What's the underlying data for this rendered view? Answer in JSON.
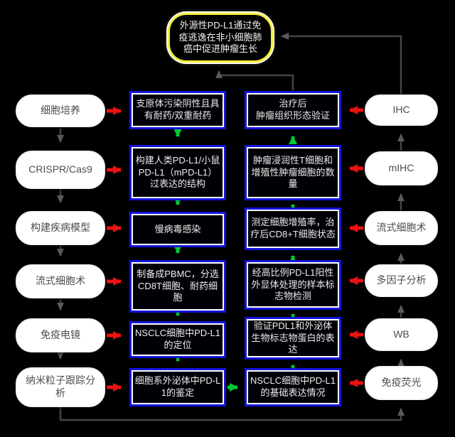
{
  "title": {
    "label": "外源性PD-L1通过免疫逃逸在非小细胞肺癌中促进肿瘤生长"
  },
  "methods_left": {
    "items": [
      {
        "label": "细胞培养"
      },
      {
        "label": "CRISPR/Cas9"
      },
      {
        "label": "构建疾病模型"
      },
      {
        "label": "流式细胞术"
      },
      {
        "label": "免疫电镜"
      },
      {
        "label": "纳米粒子跟踪分析"
      }
    ]
  },
  "process_steps": {
    "items": [
      {
        "label": "支原体污染阴性且具有耐药/双重耐药"
      },
      {
        "label": "构建人类PD-L1/小鼠PD-L1（mPD-L1）过表达的结构"
      },
      {
        "label": "慢病毒感染"
      },
      {
        "label": "制备成PBMC，分选CD8T细胞、耐药细胞"
      },
      {
        "label": "NSCLC细胞中PD-L1的定位"
      },
      {
        "label": "细胞系外泌体中PD-L1的鉴定"
      }
    ]
  },
  "validation_steps": {
    "items": [
      {
        "label": "治疗后\n肿瘤组织形态验证"
      },
      {
        "label": "肿瘤浸润性T细胞和增殖性肿瘤细胞的数量"
      },
      {
        "label": "测定细胞增殖率，治疗后CD8+T细胞状态"
      },
      {
        "label": "经高比例PD-L1阳性外显体处理的样本标志物检测"
      },
      {
        "label": "验证PDL1和外泌体生物标志物蛋白的表达"
      },
      {
        "label": "NSCLC细胞中PD-L1的基础表达情况"
      }
    ]
  },
  "methods_right": {
    "items": [
      {
        "label": "IHC"
      },
      {
        "label": "mIHC"
      },
      {
        "label": "流式细胞术"
      },
      {
        "label": "多因子分析"
      },
      {
        "label": "WB"
      },
      {
        "label": "免疫荧光"
      }
    ]
  },
  "colors": {
    "background": "#000000",
    "box_border_blue": "#1414dd",
    "title_border_yellow": "#f5ee37",
    "arrow_red": "#ee1111",
    "arrow_green": "#00cc33",
    "connector_gray": "#4a4a4a",
    "pill_fill": "#ffffff"
  }
}
